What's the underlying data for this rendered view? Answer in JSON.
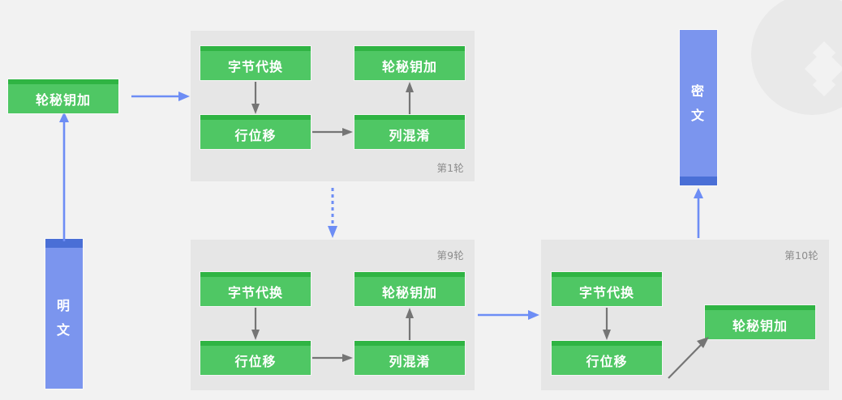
{
  "diagram": {
    "title": "AES encryption round flow",
    "colors": {
      "background": "#f2f2f2",
      "panel": "#e6e6e6",
      "step_fill": "#4fc764",
      "step_top_bar": "#2fb443",
      "data_fill": "#7b95ee",
      "data_cap": "#4a6fd6",
      "blue_arrow": "#6d8df5",
      "gray_arrow": "#757575",
      "label_text": "#8c8c8c"
    },
    "nodes": {
      "plaintext": {
        "label_chars": [
          "明",
          "文"
        ],
        "text": "明文"
      },
      "ciphertext": {
        "label_chars": [
          "密",
          "文"
        ],
        "text": "密文"
      },
      "initial_addroundkey": {
        "label": "轮秘钥加"
      }
    },
    "rounds": [
      {
        "name": "round-1",
        "label": "第1轮",
        "label_position": "bottom-right",
        "steps": [
          {
            "name": "sub-bytes",
            "label": "字节代换"
          },
          {
            "name": "add-round-key",
            "label": "轮秘钥加"
          },
          {
            "name": "shift-rows",
            "label": "行位移"
          },
          {
            "name": "mix-columns",
            "label": "列混淆"
          }
        ]
      },
      {
        "name": "round-9",
        "label": "第9轮",
        "label_position": "top-right",
        "steps": [
          {
            "name": "sub-bytes",
            "label": "字节代换"
          },
          {
            "name": "add-round-key",
            "label": "轮秘钥加"
          },
          {
            "name": "shift-rows",
            "label": "行位移"
          },
          {
            "name": "mix-columns",
            "label": "列混淆"
          }
        ]
      },
      {
        "name": "round-10",
        "label": "第10轮",
        "label_position": "top-right",
        "steps": [
          {
            "name": "sub-bytes",
            "label": "字节代换"
          },
          {
            "name": "shift-rows",
            "label": "行位移"
          },
          {
            "name": "add-round-key",
            "label": "轮秘钥加"
          }
        ]
      }
    ],
    "connectors": [
      {
        "name": "plaintext-to-addroundkey",
        "style": "solid",
        "color": "#6d8df5",
        "direction": "up"
      },
      {
        "name": "addroundkey-to-round1",
        "style": "solid",
        "color": "#6d8df5",
        "direction": "right"
      },
      {
        "name": "round1-to-round9",
        "style": "dotted",
        "color": "#6d8df5",
        "direction": "down"
      },
      {
        "name": "round9-to-round10",
        "style": "solid",
        "color": "#6d8df5",
        "direction": "right"
      },
      {
        "name": "round10-to-ciphertext",
        "style": "solid",
        "color": "#6d8df5",
        "direction": "up"
      }
    ]
  }
}
